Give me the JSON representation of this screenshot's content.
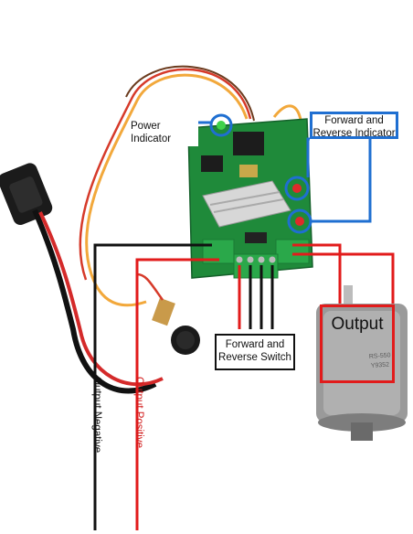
{
  "labels": {
    "power_indicator": [
      "Power",
      "Indicator"
    ],
    "forward_reverse_indicator": [
      "Forward and",
      "Reverse Indicator"
    ],
    "forward_reverse_switch": [
      "Forward and",
      "Reverse Switch"
    ],
    "output": "Output",
    "output_negative": "Output Negative",
    "output_positive": "Output Positive"
  },
  "colors": {
    "indicator_callout": "#1f6fd1",
    "output_callout": "#e21b1b",
    "negative_wire": "#111111",
    "positive_wire": "#e21b1b",
    "pcb": "#1f8a3a",
    "terminal_block": "#2aa84a",
    "motor_body": "#9a9a9a"
  },
  "photo_text": {
    "motor_model": "RS-550",
    "motor_code": "Y9352"
  }
}
